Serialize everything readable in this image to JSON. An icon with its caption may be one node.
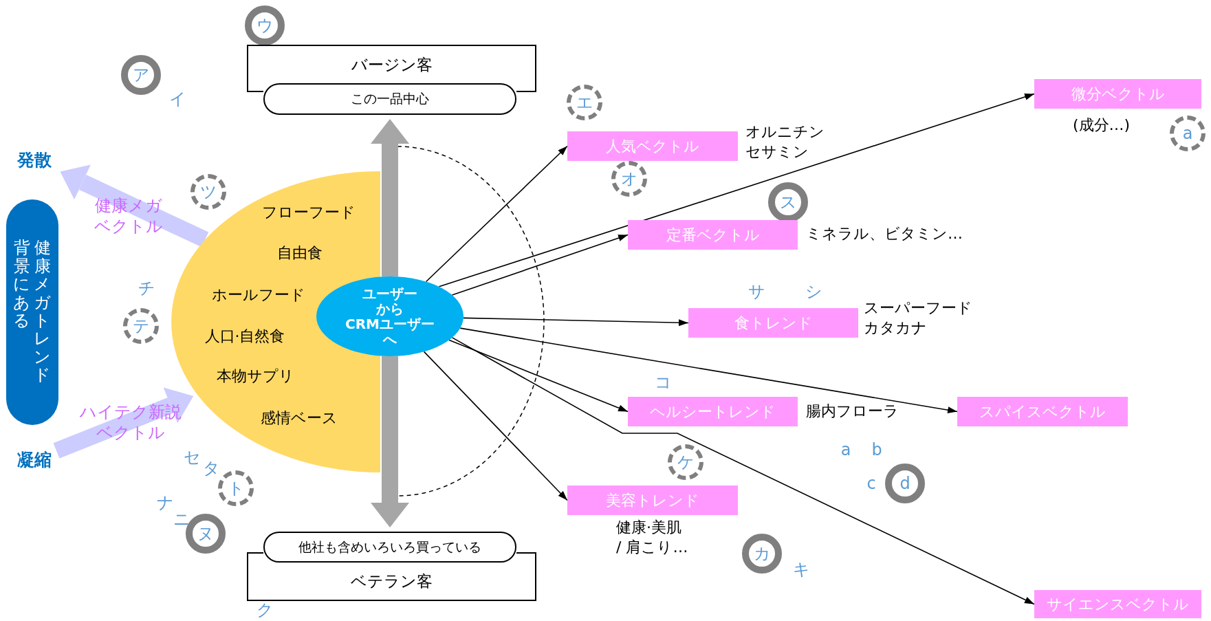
{
  "diagram": {
    "nodes": [
      {
        "text": [
          "ウ"
        ]
      },
      {
        "text": [
          "バージン客"
        ]
      },
      {
        "text": [
          "この一品中心"
        ]
      },
      {
        "text": [
          "ア"
        ]
      },
      {
        "text": [
          "エ"
        ]
      },
      {
        "text": [
          "微分ベクトル"
        ],
        "beside": [
          "(成分…)"
        ]
      },
      {
        "text": [
          "a"
        ]
      },
      {
        "text": [
          "人気ベクトル"
        ],
        "beside": [
          "オルニチンセサミン"
        ]
      },
      {
        "text": [
          "発散"
        ]
      },
      {
        "text": [
          "オ"
        ]
      },
      {
        "text": [
          "ツ"
        ]
      },
      {
        "text": [
          "健康メガトレンド背景にある"
        ]
      },
      {
        "text": [
          "フローフード",
          "自由食",
          "ホールフード",
          "人口·自然食",
          "本物サプリ",
          "感情ベース"
        ]
      },
      {
        "text": [
          "ス"
        ]
      },
      {
        "text": [
          "定番ベクトル"
        ],
        "beside": [
          "ミネラル、ビタミン…"
        ]
      },
      {
        "text": [
          "ユーザー",
          "から",
          "CRMユーザー",
          "へ"
        ]
      },
      {
        "text": [
          "テ"
        ]
      },
      {
        "text": [
          "食トレンド"
        ],
        "beside": [
          "スーパーフードカタカナ"
        ]
      },
      {
        "text": [
          "ヘルシートレンド"
        ],
        "beside": [
          "腸内フローラ"
        ]
      },
      {
        "text": [
          "スパイスベクトル"
        ]
      },
      {
        "text": [
          "凝縮"
        ]
      },
      {
        "text": [
          "ト"
        ]
      },
      {
        "text": [
          "d"
        ]
      },
      {
        "text": [
          "ケ"
        ]
      },
      {
        "text": [
          "美容トレンド"
        ],
        "beside": [
          "健康·美肌 / 肩こり…"
        ]
      },
      {
        "text": [
          "ヌ"
        ]
      },
      {
        "text": [
          "カ"
        ]
      },
      {
        "text": [
          "他社も含めいろいろ買っている"
        ]
      },
      {
        "text": [
          "ベテラン客"
        ]
      },
      {
        "text": [
          "サイエンスベクトル"
        ]
      }
    ],
    "edges": [
      {
        "from": 12,
        "to": 8,
        "arrow": "to",
        "label": "健康メガベクトル",
        "style": "thick",
        "color": "#ccccff"
      },
      {
        "from": 20,
        "to": 12,
        "arrow": "to",
        "label": "ハイテク新説ベクトル",
        "style": "thick",
        "color": "#ccccff"
      },
      {
        "from": 15,
        "to": 2,
        "arrow": "to",
        "style": "thick",
        "color": "#a6a6a6"
      },
      {
        "from": 15,
        "to": 27,
        "arrow": "to",
        "style": "thick",
        "color": "#a6a6a6"
      },
      {
        "from": 15,
        "to": 7,
        "arrow": "to"
      },
      {
        "from": 15,
        "to": 14,
        "arrow": "to"
      },
      {
        "from": 15,
        "to": 5,
        "arrow": "to"
      },
      {
        "from": 15,
        "to": 17,
        "arrow": "to"
      },
      {
        "from": 15,
        "to": 19,
        "arrow": "to"
      },
      {
        "from": 15,
        "to": 18,
        "arrow": "to"
      },
      {
        "from": 15,
        "to": 29,
        "arrow": "to"
      },
      {
        "from": 15,
        "to": 24,
        "arrow": "to"
      }
    ],
    "labels": [
      "イ",
      "チ",
      "サ",
      "シ",
      "コ",
      "a",
      "b",
      "セ",
      "タ",
      "c",
      "ナ",
      "ニ",
      "キ",
      "ク"
    ]
  }
}
